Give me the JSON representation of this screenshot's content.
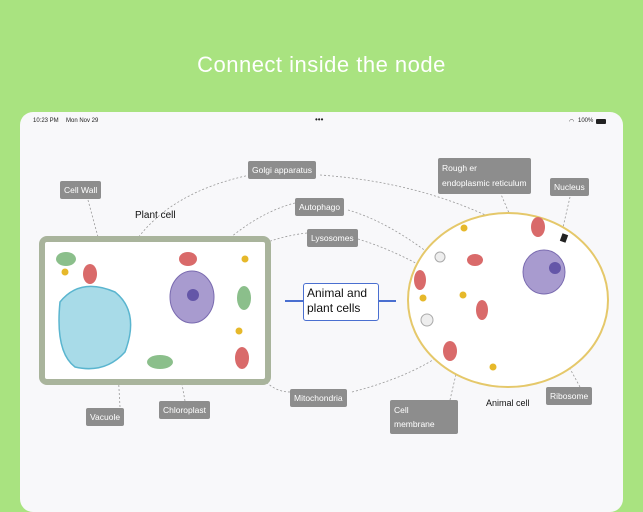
{
  "header": {
    "title": "Connect inside the node"
  },
  "status_bar": {
    "time": "10:23 PM",
    "date": "Mon Nov 29",
    "dots": "•••",
    "battery": "100%"
  },
  "central_node": {
    "label_line1": "Animal and",
    "label_line2": "plant cells"
  },
  "captions": {
    "plant_cell": "Plant cell",
    "animal_cell": "Animal cell"
  },
  "labels": {
    "golgi": "Golgi apparatus",
    "cell_wall": "Cell Wall",
    "autophago": "Autophago",
    "lysosomes": "Lysosomes",
    "rough_er_1": "Rough er",
    "rough_er_2": "endoplasmic reticulum",
    "nucleus": "Nucleus",
    "mitochondria": "Mitochondria",
    "cell_membrane_1": "Cell",
    "cell_membrane_2": "membrane",
    "ribosome": "Ribosome",
    "vacuole": "Vacuole",
    "chloroplast": "Chloroplast"
  },
  "colors": {
    "background": "#a9e380",
    "label": "#8d8d8d",
    "node_border": "#4a6fd0"
  }
}
